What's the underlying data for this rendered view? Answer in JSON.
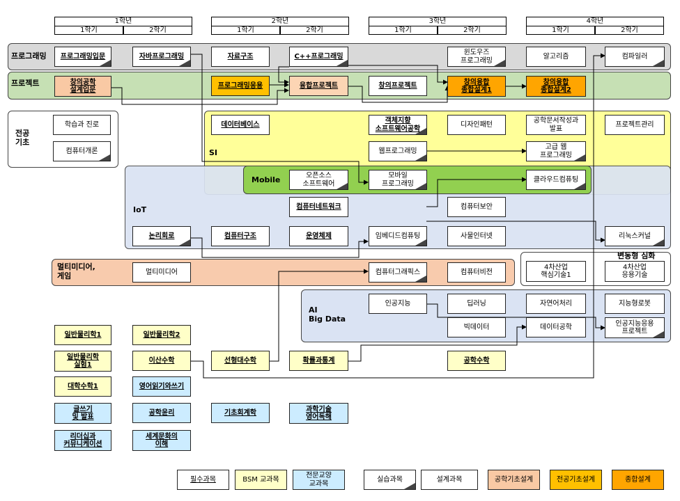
{
  "header": {
    "years": [
      "1학년",
      "2학년",
      "3학년",
      "4학년"
    ],
    "semester_labels": [
      "1학기",
      "2학기"
    ]
  },
  "bands": {
    "programming": "프로그래밍",
    "project": "프로젝트",
    "major_basic": "전공\n기초",
    "si": "SI",
    "mobile": "Mobile",
    "iot": "IoT",
    "multimedia": "멀티미디어,\n게임",
    "advanced": "변동형 심화",
    "ai": "AI\nBig Data"
  },
  "courses": {
    "prog_intro": "프로그래밍입문",
    "java": "자바프로그래밍",
    "ds": "자료구조",
    "cpp": "C++프로그래밍",
    "windows": "윈도우즈\n프로그래밍",
    "algo": "알고리즘",
    "compiler": "컴파일러",
    "creative_intro": "창의공학\n설계입문",
    "prog_app": "프로그래밍응용",
    "fusion_proj": "융합프로젝트",
    "creative_proj": "창의프로젝트",
    "capstone1": "창의융합\n종합설계1",
    "capstone2": "창의융합\n종합설계2",
    "study_career": "학습과 진로",
    "intro_cs": "컴퓨터개론",
    "database": "데이터베이스",
    "oose": "객체지향\n소프트웨어공학",
    "design_pattern": "디자인패턴",
    "tech_writing": "공학문서작성과\n발표",
    "pm": "프로젝트관리",
    "web": "웹프로그래밍",
    "adv_web": "고급 웹\n프로그래밍",
    "oss": "오픈소스\n소프트웨어",
    "mobile_prog": "모바일\n프로그래밍",
    "cloud": "클라우드컴퓨팅",
    "network": "컴퓨터네트워크",
    "security": "컴퓨터보안",
    "logic": "논리회로",
    "arch": "컴퓨터구조",
    "os": "운영체제",
    "embedded": "임베디드컴퓨팅",
    "iot_course": "사물인터넷",
    "linux": "리눅스커널",
    "multimedia": "멀티미디어",
    "graphics": "컴퓨터그래픽스",
    "vision": "컴퓨터비전",
    "ir4_core1": "4차산업\n핵심기술1",
    "ir4_app": "4차산업\n응용기술",
    "ai_course": "인공지능",
    "deep": "딥러닝",
    "nlp": "자연어처리",
    "robot": "지능형로봇",
    "bigdata": "빅데이터",
    "data_eng": "데이터공학",
    "ai_proj": "인공지능응용\n프로젝트",
    "phys1": "일반물리학1",
    "phys2": "일반물리학2",
    "phys_lab1": "일반물리학\n실험1",
    "discrete": "이산수학",
    "linalg": "선형대수학",
    "probstat": "확률과통계",
    "eng_math": "공학수학",
    "calc1": "대학수학1",
    "eng_rw": "영어읽기와쓰기",
    "writing": "글쓰기\n및 발표",
    "ethics": "공학윤리",
    "accounting": "기초회계학",
    "sci_eng": "과학기술\n영어독해",
    "leadership": "리더십과\n커뮤니케이션",
    "world_culture": "세계문화의\n이해"
  },
  "legend": [
    "필수과목",
    "BSM 교과목",
    "전문교양\n교과목",
    "실습과목",
    "설계과목",
    "공학기초설계",
    "전공기초설계",
    "종합설계"
  ],
  "colors": {
    "programming_band": "#d9d9d9",
    "project_band": "#c6e0b4",
    "si_band": "#ffff99",
    "mobile_band": "#92d050",
    "iot_band": "#dae3f3",
    "multimedia_band": "#f8cbad",
    "ai_band": "#dae3f3",
    "bsm": "#ffffc8",
    "general": "#ccecff",
    "eng_basic_design": "#f9c9a4",
    "major_basic_design": "#ffc000",
    "capstone": "#ffa500"
  }
}
